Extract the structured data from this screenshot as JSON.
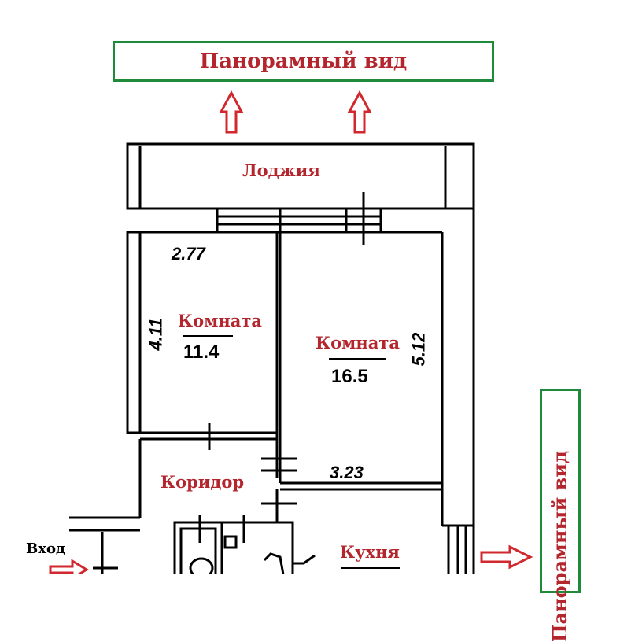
{
  "panorama_top": "Панорамный вид",
  "panorama_right": "Панорамный вид",
  "rooms": {
    "loggia": "Лоджия",
    "room1": {
      "label": "Комната",
      "area": "11.4"
    },
    "room2": {
      "label": "Комната",
      "area": "16.5"
    },
    "corridor": "Коридор",
    "kitchen": "Кухня"
  },
  "dimensions": {
    "room1_width": "2.77",
    "room1_depth": "4.11",
    "room2_width": "3.23",
    "room2_depth": "5.12"
  },
  "entrance": "Вход",
  "colors": {
    "label_red": "#b3262d",
    "box_green": "#1f8a3a",
    "arrow_red": "#d0282e"
  }
}
